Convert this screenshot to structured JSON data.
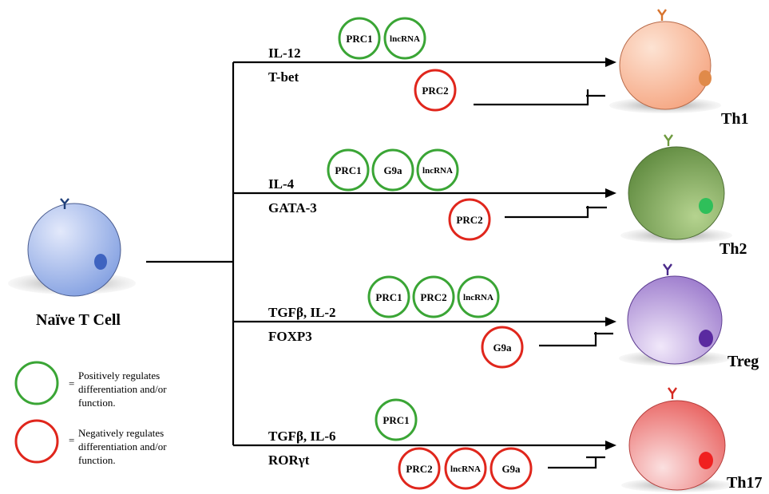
{
  "naive_cell": {
    "label": "Naïve T Cell",
    "color": "#7f9de0"
  },
  "pathways": [
    {
      "cytokine": "IL-12",
      "transcription_factor": "T-bet",
      "target": "Th1",
      "cell_color": "#f5a37e",
      "nucleus_color": "#e08a4a",
      "positive": [
        "PRC1",
        "lncRNA"
      ],
      "negative": [
        "PRC2"
      ]
    },
    {
      "cytokine": "IL-4",
      "transcription_factor": "GATA-3",
      "target": "Th2",
      "cell_color": "#7ea356",
      "nucleus_color": "#2fbf5a",
      "positive": [
        "PRC1",
        "G9a",
        "lncRNA"
      ],
      "negative": [
        "PRC2"
      ]
    },
    {
      "cytokine": "TGFβ, IL-2",
      "transcription_factor": "FOXP3",
      "target": "Treg",
      "cell_color": "#b79ad8",
      "nucleus_color": "#5a2aa0",
      "positive": [
        "PRC1",
        "PRC2",
        "lncRNA"
      ],
      "negative": [
        "G9a"
      ]
    },
    {
      "cytokine": "TGFβ,  IL-6",
      "transcription_factor": "RORγt",
      "target": "Th17",
      "cell_color": "#ec7a78",
      "nucleus_color": "#f02020",
      "positive": [
        "PRC1"
      ],
      "negative": [
        "PRC2",
        "lncRNA",
        "G9a"
      ]
    }
  ],
  "legend": {
    "positive": {
      "equals": "=",
      "lines": [
        "Positively regulates",
        "differentiation and/or",
        "function."
      ],
      "color": "#3aa535"
    },
    "negative": {
      "equals": "=",
      "lines": [
        "Negatively regulates",
        "differentiation and/or",
        "function."
      ],
      "color": "#e0261c"
    }
  }
}
